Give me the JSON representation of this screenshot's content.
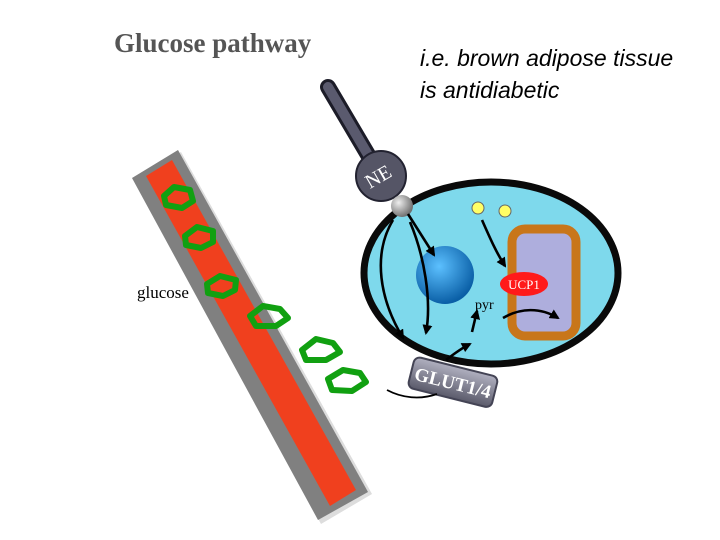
{
  "title": "Glucose pathway",
  "note": {
    "line1": "i.e. brown adipose tissue",
    "line2": "is antidiabetic"
  },
  "labels": {
    "ne": "NE",
    "ucp1": "UCP1",
    "pyr": "pyr",
    "glut": "GLUT1/4",
    "glucose": "glucose"
  },
  "colors": {
    "vessel": "#f0401e",
    "vessel_wall": "#808080",
    "glucose_ring": "#11a011",
    "cell": "#7ed9ec",
    "nucleus": "#1a8fd8",
    "mitochondrion_outer": "#c8761a",
    "mitochondrion_inner": "#aeaedd",
    "ucp1": "#ff1a1a",
    "ne_receptor": "#555566"
  }
}
